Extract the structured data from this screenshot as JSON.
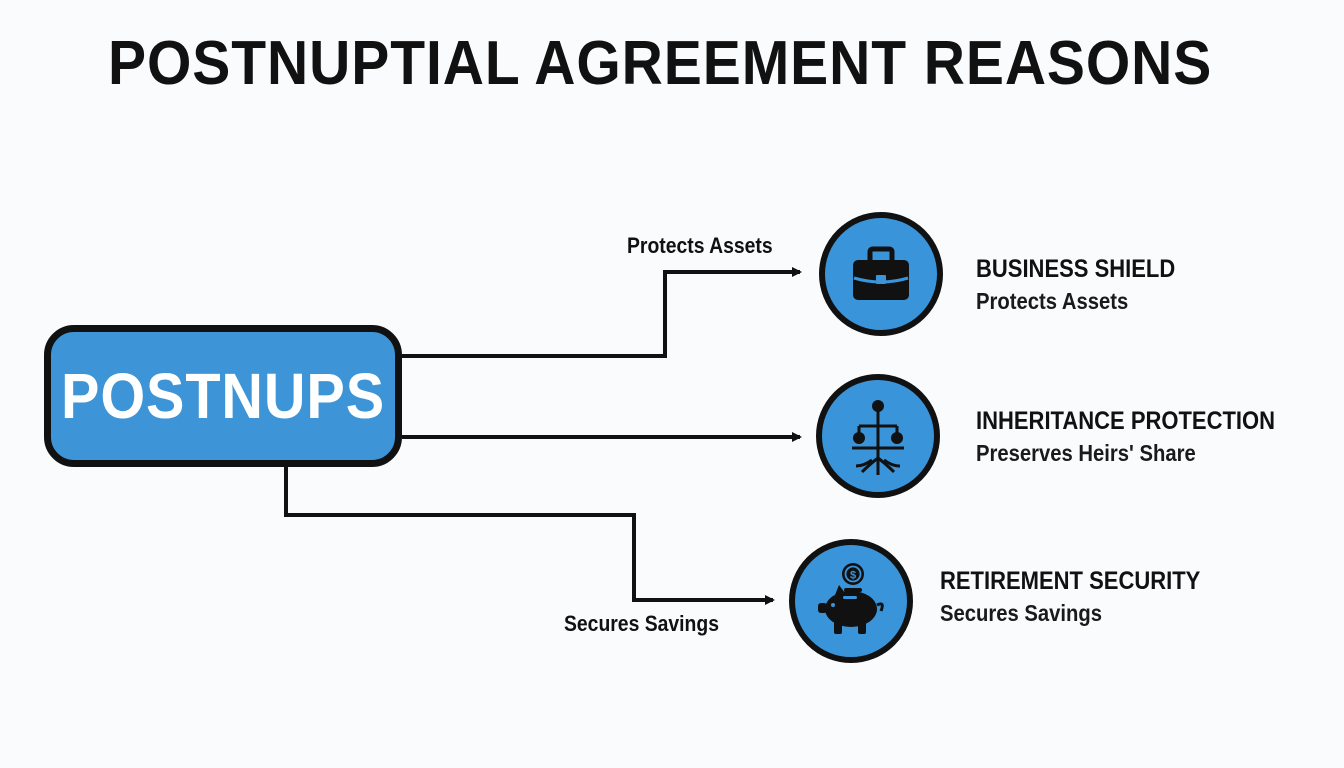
{
  "title": "POSTNUPTIAL AGREEMENT REASONS",
  "main_node": {
    "label": "POSTNUPS"
  },
  "edge_labels": {
    "top": "Protects Assets",
    "bottom": "Secures Savings"
  },
  "branches": [
    {
      "icon": "briefcase-icon",
      "title": "BUSINESS SHIELD",
      "subtitle": "Protects Assets"
    },
    {
      "icon": "family-tree-icon",
      "title": "INHERITANCE PROTECTION",
      "subtitle": "Preserves Heirs' Share"
    },
    {
      "icon": "piggy-bank-icon",
      "title": "RETIREMENT SECURITY",
      "subtitle": "Secures Savings"
    }
  ],
  "colors": {
    "accent": "#3d94d6",
    "outline": "#111111",
    "background": "#fafbfc"
  }
}
